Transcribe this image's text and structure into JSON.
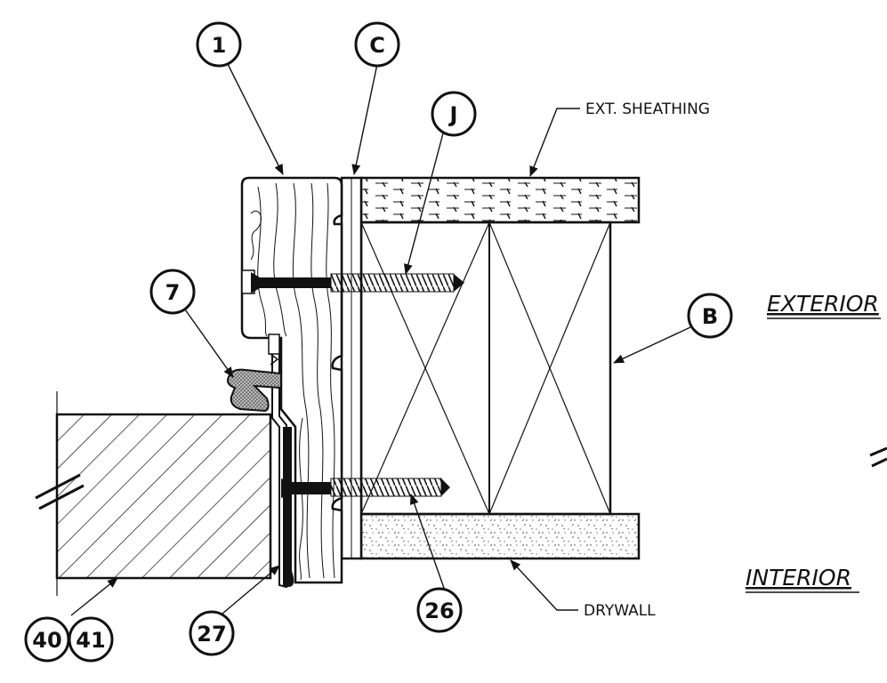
{
  "callouts": {
    "c1": "1",
    "cC": "C",
    "cJ": "J",
    "c7": "7",
    "cB": "B",
    "c40": "40",
    "c41": "41",
    "c27": "27",
    "c26": "26"
  },
  "notes": {
    "ext_sheathing": "EXT. SHEATHING",
    "drywall": "DRYWALL"
  },
  "sides": {
    "exterior": "EXTERIOR",
    "interior": "INTERIOR"
  },
  "colors": {
    "line": "#111111",
    "paper": "#ffffff"
  }
}
